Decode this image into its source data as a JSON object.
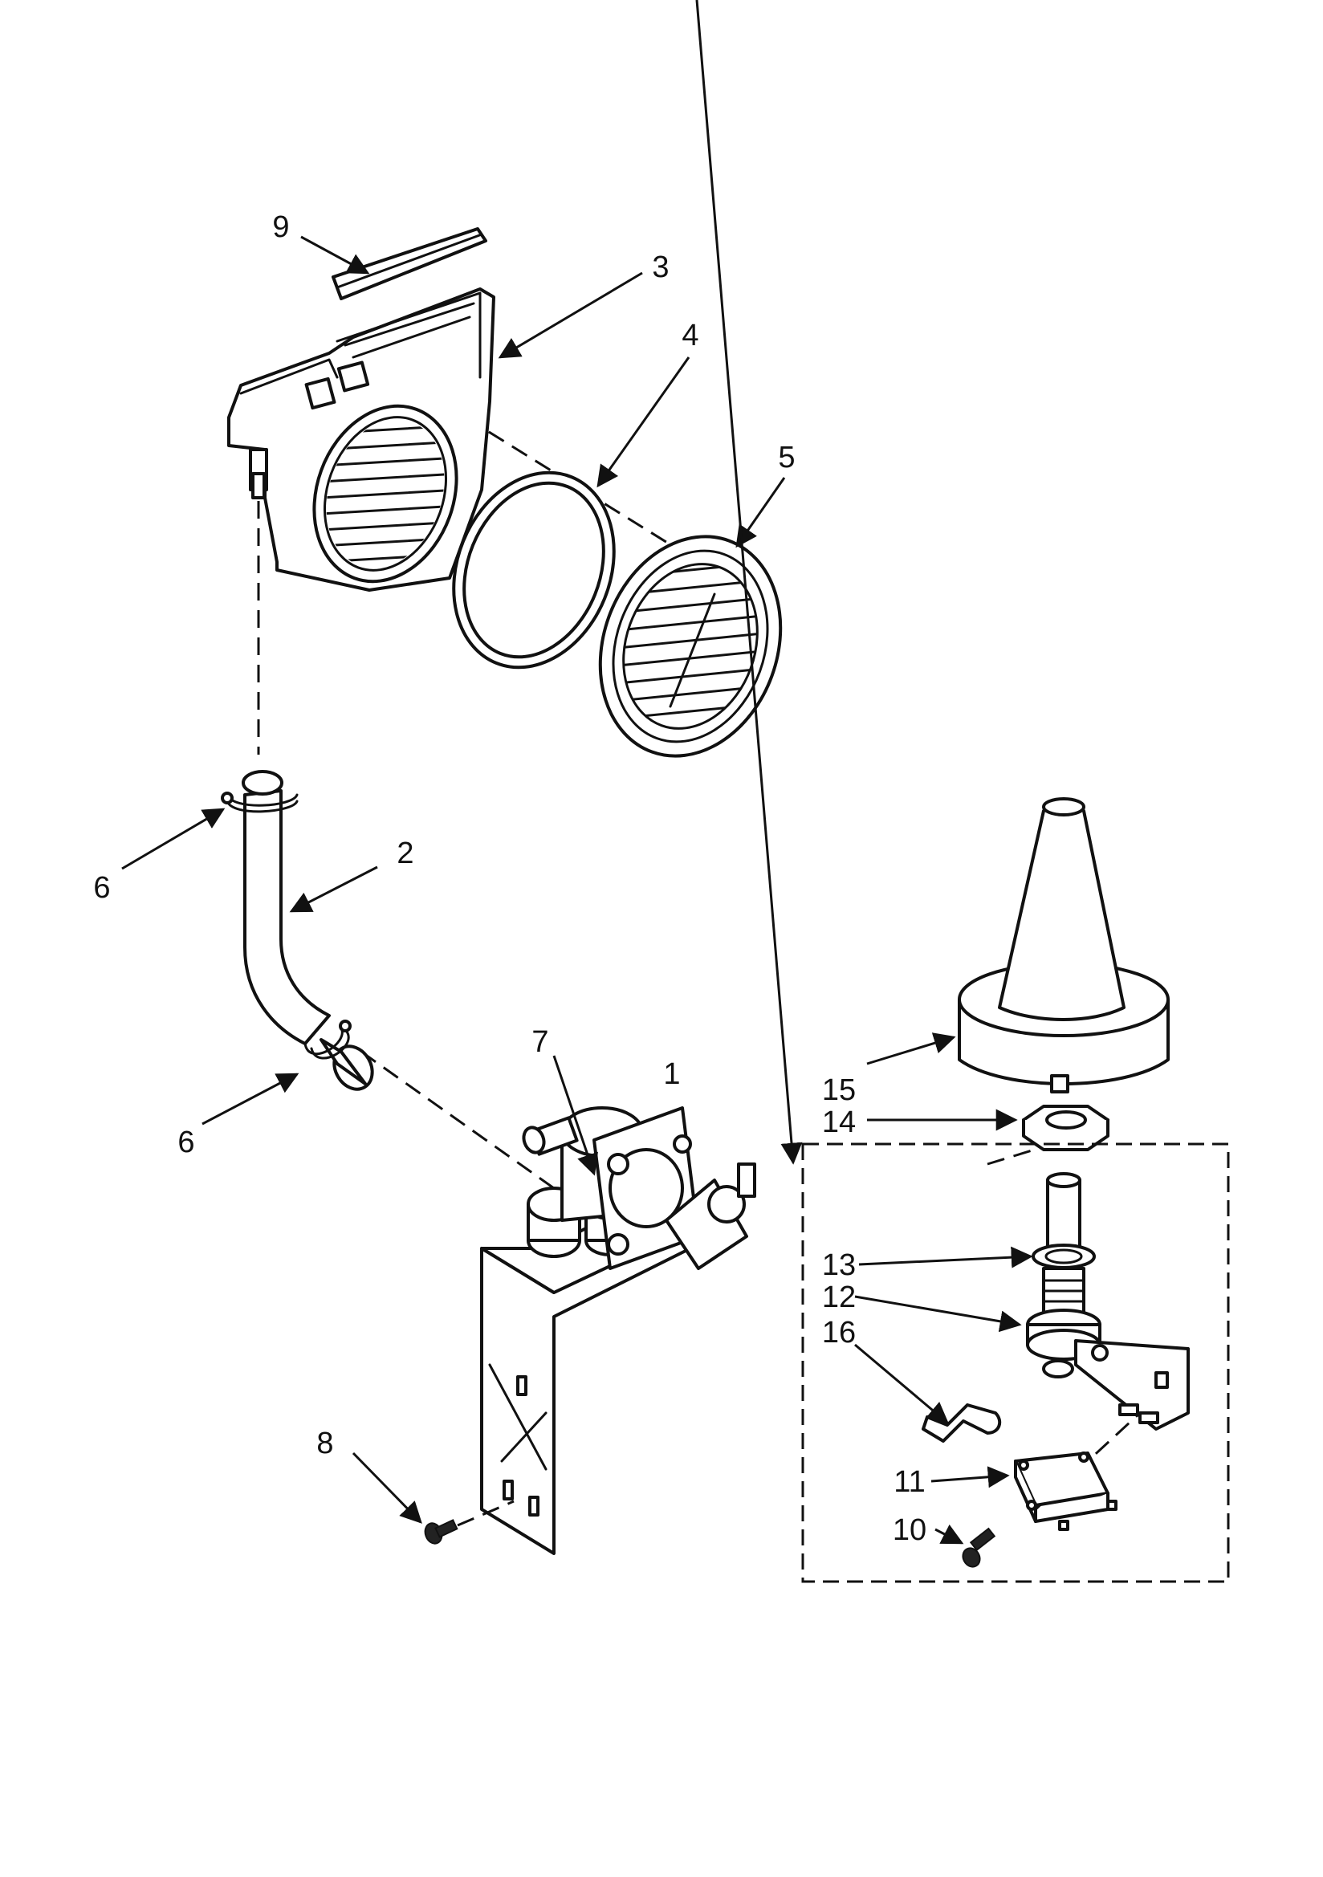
{
  "callouts": {
    "c1": "1",
    "c2": "2",
    "c3": "3",
    "c4": "4",
    "c5": "5",
    "c6a": "6",
    "c6b": "6",
    "c7": "7",
    "c8": "8",
    "c9": "9",
    "c10": "10",
    "c11": "11",
    "c12": "12",
    "c13": "13",
    "c14": "14",
    "c15": "15",
    "c16": "16"
  },
  "icons": {
    "filter_housing": "filter-housing-icon",
    "seal_ring": "seal-ring-icon",
    "grille": "grille-icon",
    "hose": "hose-icon",
    "clamp": "hose-clamp-icon",
    "water_valve": "water-valve-icon",
    "screw": "screw-icon",
    "float": "float-icon",
    "nut": "nut-icon",
    "float_switch": "float-switch-icon",
    "microswitch": "microswitch-icon",
    "lever": "lever-icon"
  },
  "colors": {
    "ink": "#111111",
    "paper": "#ffffff"
  }
}
